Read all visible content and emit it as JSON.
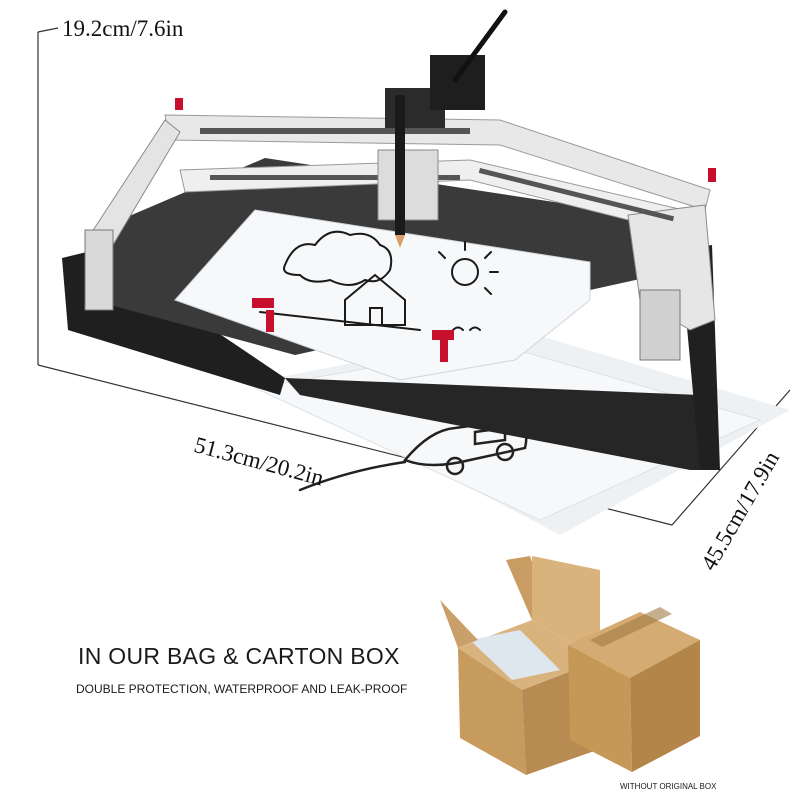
{
  "dimensions": {
    "height": "19.2cm/7.6in",
    "length": "51.3cm/20.2in",
    "width": "45.5cm/17.9in"
  },
  "packaging": {
    "headline": "IN OUR BAG & CARTON BOX",
    "subline": "DOUBLE PROTECTION, WATERPROOF AND LEAK-PROOF",
    "caption": "WITHOUT ORIGINAL BOX"
  },
  "colors": {
    "frame_white": "#ececec",
    "frame_dark": "#2a2a2a",
    "accent_red": "#c8102e",
    "cardboard": "#c9a06a",
    "paper": "#f4f6f8"
  }
}
